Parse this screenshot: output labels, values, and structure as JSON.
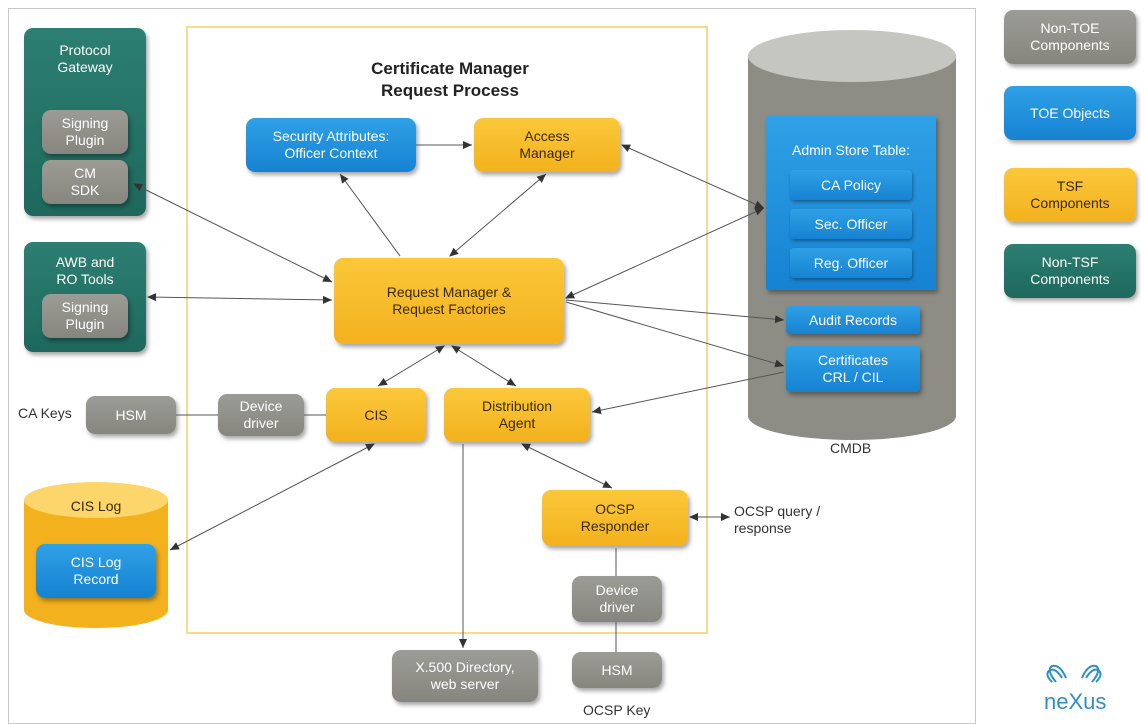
{
  "diagram": {
    "title": "Certificate Manager\nRequest Process",
    "protocol_gateway": {
      "label": "Protocol\nGateway",
      "signing_plugin": "Signing\nPlugin",
      "cm_sdk": "CM\nSDK"
    },
    "awb_tools": {
      "label": "AWB and\nRO Tools",
      "signing_plugin": "Signing\nPlugin"
    },
    "security_attributes": "Security Attributes:\nOfficer Context",
    "access_manager": "Access\nManager",
    "request_manager": "Request Manager &\nRequest Factories",
    "cis": "CIS",
    "distribution_agent": "Distribution\nAgent",
    "ocsp_responder": "OCSP\nResponder",
    "device_driver_left": "Device\ndriver",
    "device_driver_bottom": "Device\ndriver",
    "hsm_left": "HSM",
    "hsm_bottom": "HSM",
    "ca_keys": "CA Keys",
    "x500": "X.500 Directory,\nweb server",
    "ocsp_key": "OCSP Key",
    "ocsp_query": "OCSP query /\nresponse",
    "cis_log": {
      "label": "CIS Log",
      "record": "CIS Log\nRecord"
    },
    "cmdb": {
      "label": "CMDB",
      "admin_store": "Admin Store Table:",
      "ca_policy": "CA Policy",
      "sec_officer": "Sec. Officer",
      "reg_officer": "Reg. Officer",
      "audit_records": "Audit Records",
      "certificates": "Certificates\nCRL / CIL"
    }
  },
  "legend": {
    "non_toe": "Non-TOE\nComponents",
    "toe_objects": "TOE Objects",
    "tsf": "TSF\nComponents",
    "non_tsf": "Non-TSF\nComponents"
  },
  "logo": "neXus",
  "colors": {
    "non_toe": "#8f8f88",
    "toe": "#1f8fdc",
    "tsf": "#f7bd2b",
    "non_tsf": "#24756a"
  }
}
